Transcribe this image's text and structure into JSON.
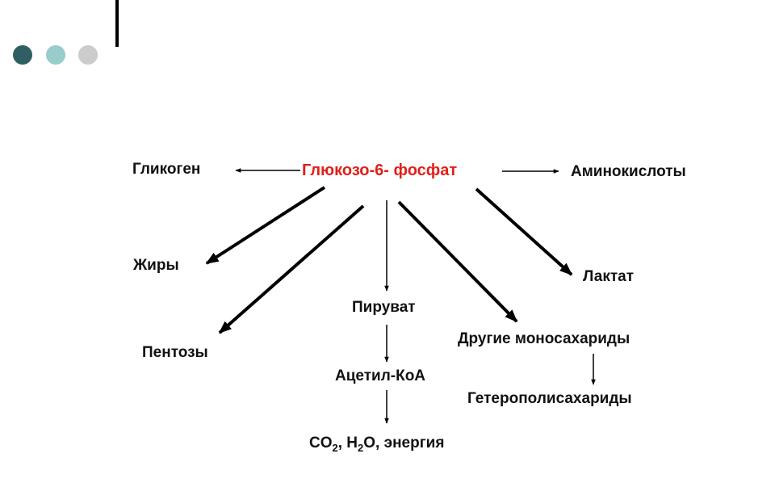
{
  "colors": {
    "dot_1": "#2f5f62",
    "dot_2": "#99cccc",
    "dot_3": "#cccccc",
    "center_text": "#e0201b",
    "text": "#111111",
    "arrow": "#000000"
  },
  "nodes": {
    "center": "Глюкозо-6- фосфат",
    "glycogen": "Гликоген",
    "amino_acids": "Аминокислоты",
    "fats": "Жиры",
    "lactate": "Лактат",
    "pentoses": "Пентозы",
    "pyruvate": "Пируват",
    "other_monosaccharides": "Другие моносахариды",
    "acetyl_coa": "Ацетил-КоА",
    "heteropolysaccharides": "Гетерополисахариды",
    "products": {
      "co": "CO",
      "sub1": "2",
      "mid": ", H",
      "sub2": "2",
      "tail": "O, энергия"
    }
  }
}
